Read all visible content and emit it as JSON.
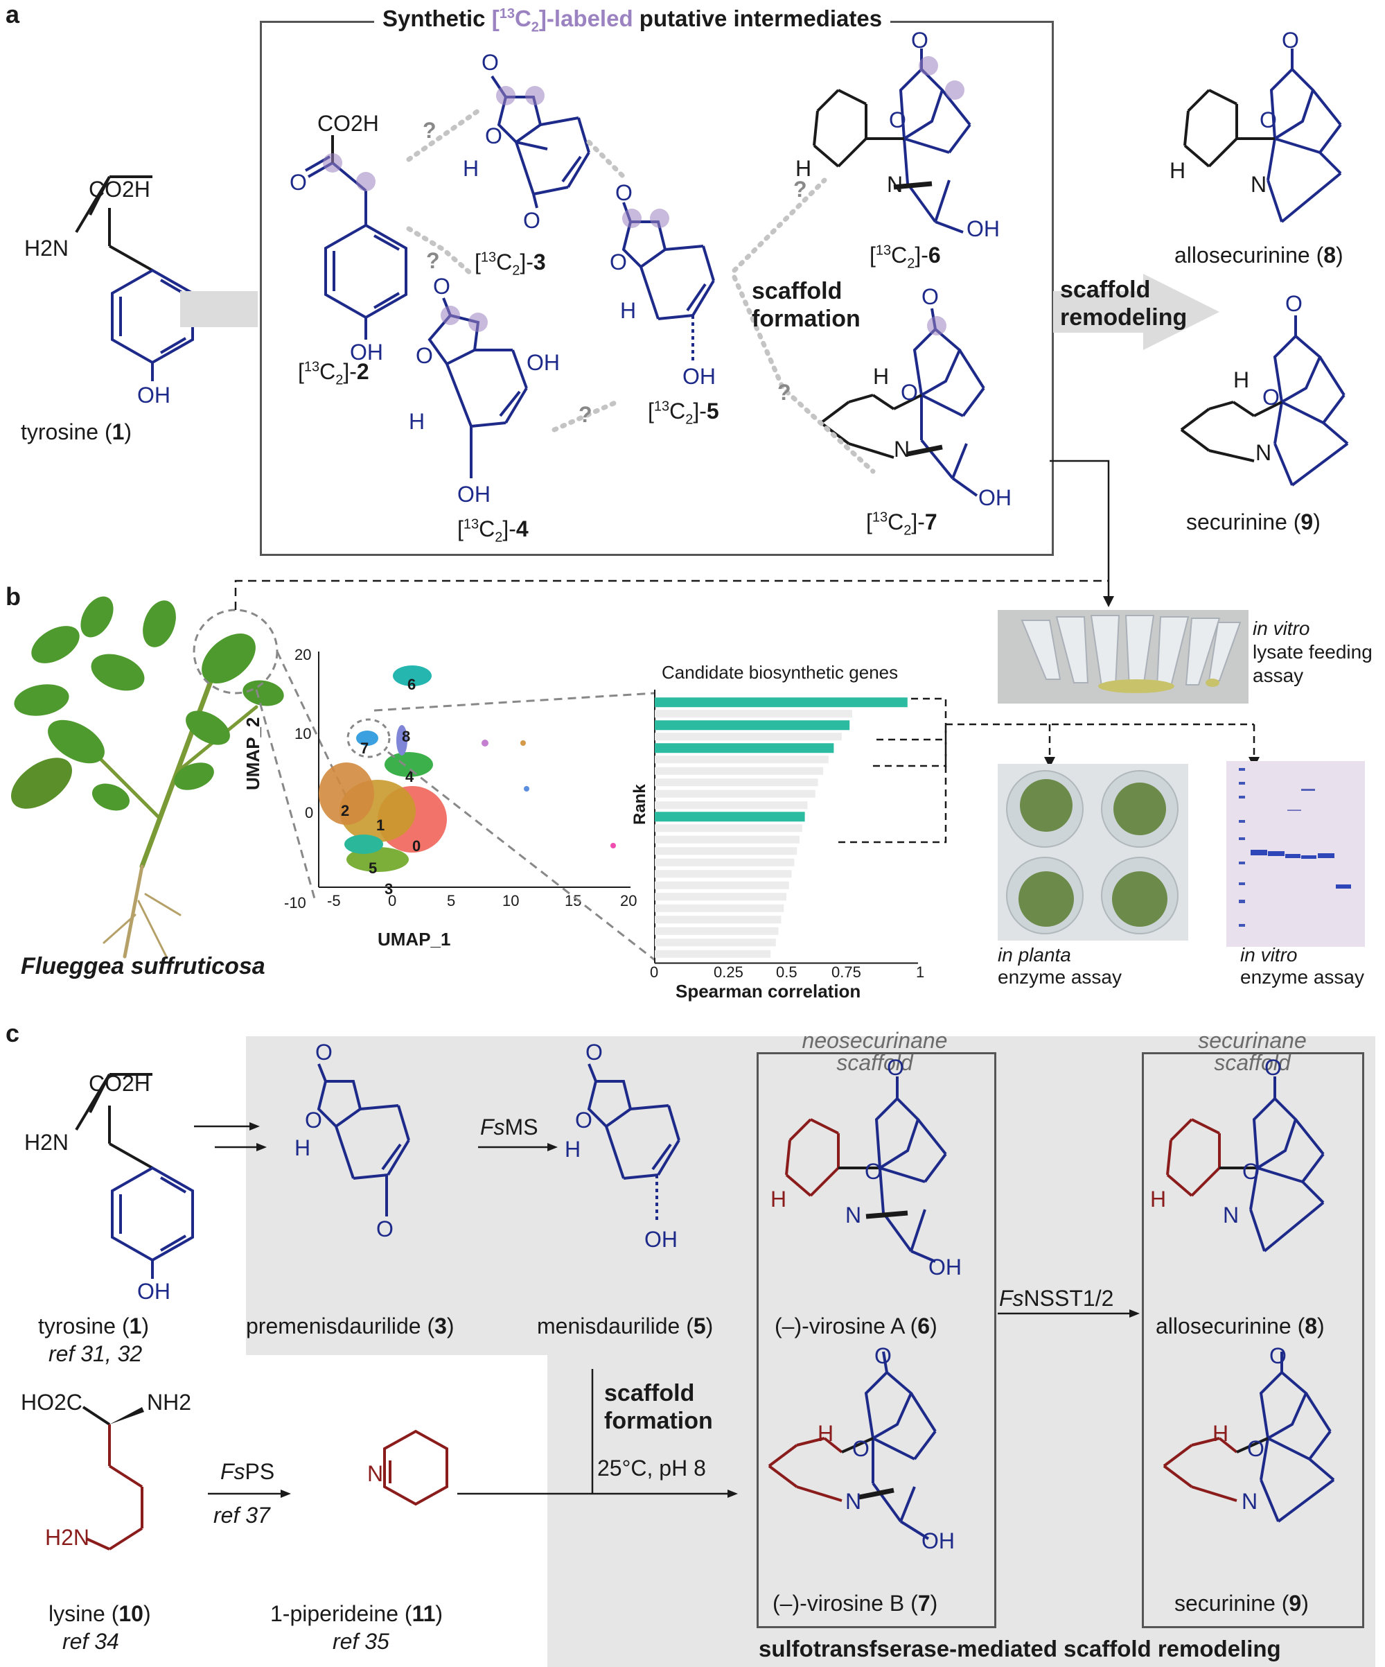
{
  "panels": {
    "a": "a",
    "b": "b",
    "c": "c"
  },
  "panel_a": {
    "box_title_pre": "Synthetic ",
    "box_title_label": "[13C2]-labeled",
    "box_title_post": " putative intermediates",
    "tyrosine": {
      "name": "tyrosine (",
      "num": "1",
      "close": ")",
      "co2h": "CO2H",
      "h2n": "H2N",
      "oh": "OH"
    },
    "cmpd2": {
      "label_pre": "[13C2]-",
      "num": "2",
      "co2h": "CO2H",
      "o": "O",
      "oh": "OH"
    },
    "cmpd3": {
      "label_pre": "[13C2]-",
      "num": "3",
      "o1": "O",
      "o2": "O",
      "o3": "O",
      "h": "H"
    },
    "cmpd4": {
      "label_pre": "[13C2]-",
      "num": "4",
      "o1": "O",
      "o2": "O",
      "oh1": "OH",
      "oh2": "OH",
      "h": "H"
    },
    "cmpd5": {
      "label_pre": "[13C2]-",
      "num": "5",
      "o1": "O",
      "o2": "O",
      "oh": "OH",
      "h": "H"
    },
    "cmpd6": {
      "label_pre": "[13C2]-",
      "num": "6",
      "o1": "O",
      "o2": "O",
      "oh": "OH",
      "h": "H",
      "n": "N"
    },
    "cmpd7": {
      "label_pre": "[13C2]-",
      "num": "7",
      "o1": "O",
      "o2": "O",
      "oh": "OH",
      "h": "H",
      "n": "N"
    },
    "q": "?",
    "scaffold_formation": "scaffold\nformation",
    "scaffold_remodeling": "scaffold\nremodeling",
    "allosecurinine": {
      "name": "allosecurinine (",
      "num": "8",
      "close": ")"
    },
    "securinine": {
      "name": "securinine (",
      "num": "9",
      "close": ")"
    }
  },
  "panel_b": {
    "plant_name": "Flueggea suffruticosa",
    "umap": {
      "xlabel": "UMAP_1",
      "ylabel": "UMAP_2",
      "xticks": [
        "-5",
        "0",
        "5",
        "10",
        "15",
        "20"
      ],
      "yticks": [
        "20",
        "10",
        "0",
        "-10"
      ],
      "clusters": [
        "0",
        "1",
        "2",
        "3",
        "4",
        "5",
        "6",
        "7",
        "8"
      ]
    },
    "bar_title": "Candidate biosynthetic genes",
    "lysate": {
      "line1_it": "in vitro",
      "line2": "lysate feeding",
      "line3": "assay"
    },
    "planta": {
      "line1_it": "in planta",
      "line2": "enzyme assay"
    },
    "vitro": {
      "line1_it": "in vitro",
      "line2": "enzyme assay"
    }
  },
  "chart_data": {
    "type": "bar",
    "title": "Candidate biosynthetic genes",
    "xlabel": "Spearman correlation",
    "ylabel": "Rank",
    "xlim": [
      0,
      1
    ],
    "xticks": [
      "0",
      "0.25",
      "0.5",
      "0.75",
      "1"
    ],
    "values": [
      0.96,
      0.75,
      0.74,
      0.71,
      0.68,
      0.66,
      0.64,
      0.62,
      0.61,
      0.58,
      0.57,
      0.56,
      0.55,
      0.54,
      0.53,
      0.52,
      0.51,
      0.5,
      0.49,
      0.48,
      0.47,
      0.46,
      0.44
    ],
    "highlighted": [
      0,
      2,
      4,
      10
    ]
  },
  "panel_c": {
    "neo_scaffold": "neosecurinane\nscaffold",
    "sec_scaffold": "securinane\nscaffold",
    "fsms": {
      "it": "Fs",
      "rest": "MS"
    },
    "fsps": {
      "it": "Fs",
      "rest": "PS"
    },
    "fsnsst": {
      "it": "Fs",
      "rest": "NSST1/2"
    },
    "ref37": "ref 37",
    "tyrosine": {
      "name": "tyrosine (",
      "num": "1",
      "close": ")",
      "ref": "ref 31, 32",
      "co2h": "CO2H",
      "h2n": "H2N",
      "oh": "OH"
    },
    "premenis": {
      "name": "premenisdaurilide (",
      "num": "3",
      "close": ")"
    },
    "menis": {
      "name": "menisdaurilide (",
      "num": "5",
      "close": ")"
    },
    "virA": {
      "name": "(–)-virosine A (",
      "num": "6",
      "close": ")"
    },
    "virB": {
      "name": "(–)-virosine B (",
      "num": "7",
      "close": ")"
    },
    "allo": {
      "name": "allosecurinine (",
      "num": "8",
      "close": ")"
    },
    "secu": {
      "name": "securinine (",
      "num": "9",
      "close": ")"
    },
    "lysine": {
      "name": "lysine (",
      "num": "10",
      "close": ")",
      "ref": "ref 34",
      "ho2c": "HO2C",
      "nh2": "NH2",
      "h2n": "H2N"
    },
    "pip": {
      "name": "1-piperideine (",
      "num": "11",
      "close": ")",
      "ref": "ref 35",
      "n": "N"
    },
    "scaffold_formation": "scaffold\nformation",
    "conditions": "25°C, pH 8",
    "remodeling": "sulfotransfserase-mediated scaffold remodeling",
    "atoms": {
      "o": "O",
      "oh": "OH",
      "h": "H",
      "n": "N"
    }
  },
  "colors": {
    "blue": "#1d2a8a",
    "red": "#8b1c1c",
    "purple": "#9b82c0",
    "teal": "#2bbba0",
    "gray_bg": "#e6e6e6"
  }
}
